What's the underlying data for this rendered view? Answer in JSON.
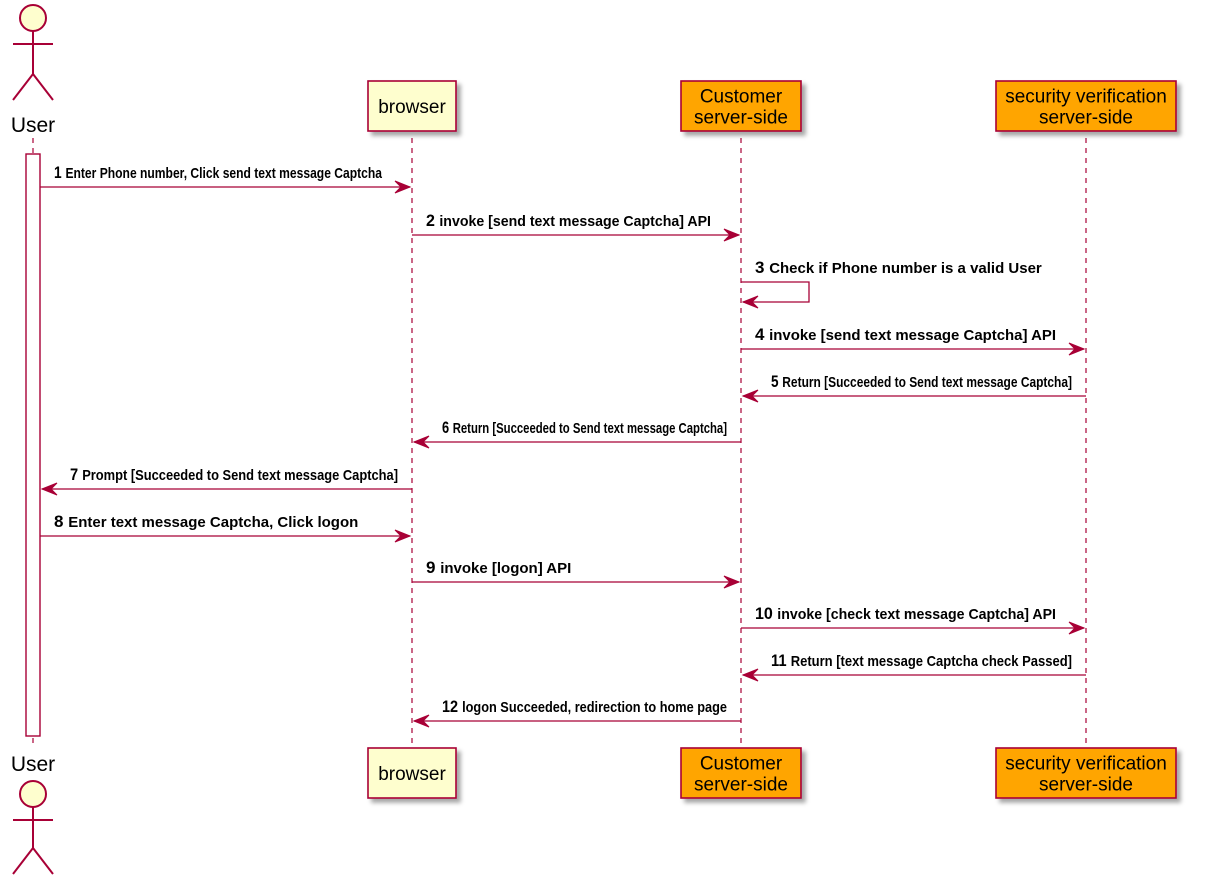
{
  "participants": [
    {
      "id": "user",
      "kind": "actor",
      "label": "User",
      "fill": "#fefece",
      "stroke": "#a80036"
    },
    {
      "id": "browser",
      "kind": "box",
      "lines": [
        "browser"
      ],
      "fill": "#fefece",
      "stroke": "#a80036"
    },
    {
      "id": "customer",
      "kind": "box",
      "lines": [
        "Customer",
        "server-side"
      ],
      "fill": "#ffa500",
      "stroke": "#a80036"
    },
    {
      "id": "security",
      "kind": "box",
      "lines": [
        "security verification",
        "server-side"
      ],
      "fill": "#ffa500",
      "stroke": "#a80036"
    }
  ],
  "messages": [
    {
      "num": "1",
      "text": "Enter Phone number, Click send text message Captcha",
      "from": "user",
      "to": "browser"
    },
    {
      "num": "2",
      "text": "invoke [send text message Captcha] API",
      "from": "browser",
      "to": "customer"
    },
    {
      "num": "3",
      "text": "Check if Phone number is a valid User",
      "from": "customer",
      "to": "customer"
    },
    {
      "num": "4",
      "text": "invoke [send text message Captcha] API",
      "from": "customer",
      "to": "security"
    },
    {
      "num": "5",
      "text": "Return [Succeeded to Send text message Captcha]",
      "from": "security",
      "to": "customer"
    },
    {
      "num": "6",
      "text": "Return [Succeeded to Send text message Captcha]",
      "from": "customer",
      "to": "browser"
    },
    {
      "num": "7",
      "text": "Prompt [Succeeded to Send text message Captcha]",
      "from": "browser",
      "to": "user"
    },
    {
      "num": "8",
      "text": "Enter text message Captcha, Click logon",
      "from": "user",
      "to": "browser"
    },
    {
      "num": "9",
      "text": "invoke [logon] API",
      "from": "browser",
      "to": "customer"
    },
    {
      "num": "10",
      "text": "invoke [check text message Captcha] API",
      "from": "customer",
      "to": "security"
    },
    {
      "num": "11",
      "text": "Return [text message Captcha check Passed]",
      "from": "security",
      "to": "customer"
    },
    {
      "num": "12",
      "text": "logon Succeeded, redirection to home page",
      "from": "customer",
      "to": "browser"
    }
  ],
  "colors": {
    "line": "#a80036",
    "actor_fill": "#fefece",
    "shadow": "#b8b8b8"
  }
}
